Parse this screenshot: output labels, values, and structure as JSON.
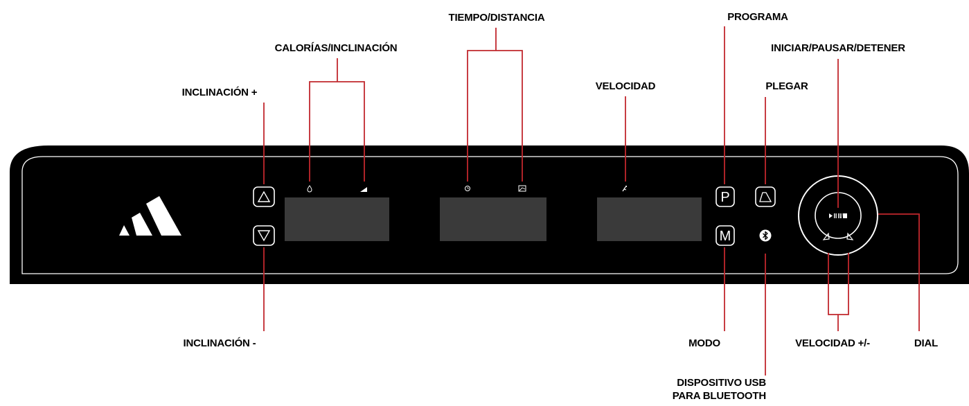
{
  "labels": {
    "tiempo_distancia": "TIEMPO/DISTANCIA",
    "programa": "PROGRAMA",
    "calorias_inclinacion": "CALORÍAS/INCLINACIÓN",
    "iniciar_pausar_detener": "INICIAR/PAUSAR/DETENER",
    "inclinacion_plus": "INCLINACIÓN +",
    "velocidad": "VELOCIDAD",
    "plegar": "PLEGAR",
    "inclinacion_minus": "INCLINACIÓN -",
    "modo": "MODO",
    "velocidad_plus_minus": "VELOCIDAD +/-",
    "dial": "DIAL",
    "usb_line1": "DISPOSITIVO USB",
    "usb_line2": "PARA BLUETOOTH"
  },
  "buttons": {
    "program": "P",
    "mode": "M"
  },
  "colors": {
    "panel": "#000000",
    "panel_border": "#ffffff",
    "display": "#3a3a3a",
    "callout_line": "#c1272d",
    "label": "#000000"
  }
}
